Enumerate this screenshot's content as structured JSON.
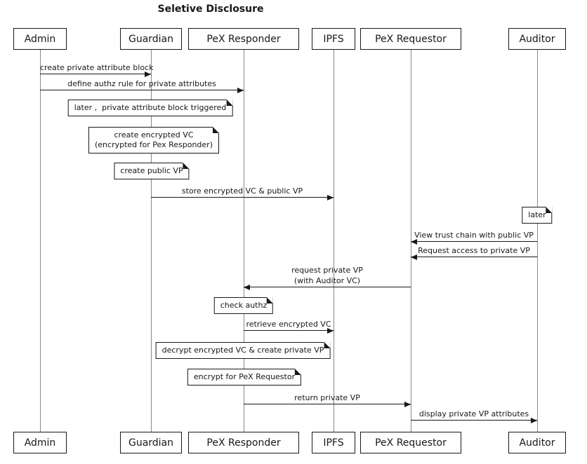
{
  "diagram": {
    "title": "Seletive Disclosure",
    "participants": [
      {
        "name": "Admin"
      },
      {
        "name": "Guardian"
      },
      {
        "name": "PeX Responder"
      },
      {
        "name": "IPFS"
      },
      {
        "name": "PeX Requestor"
      },
      {
        "name": "Auditor"
      }
    ],
    "messages": [
      {
        "from": "Admin",
        "to": "Guardian",
        "label": "create private attribute block"
      },
      {
        "from": "Admin",
        "to": "PeX Responder",
        "label": "define authz rule for private attributes"
      },
      {
        "from": "Guardian",
        "to": "IPFS",
        "label": "store encrypted VC & public VP"
      },
      {
        "from": "Auditor",
        "to": "PeX Requestor",
        "label": "View trust chain with public VP"
      },
      {
        "from": "Auditor",
        "to": "PeX Requestor",
        "label": "Request access to private VP"
      },
      {
        "from": "PeX Requestor",
        "to": "PeX Responder",
        "label": "request private VP",
        "label_line2": "(with Auditor VC)"
      },
      {
        "from": "PeX Responder",
        "to": "IPFS",
        "label": "retrieve encrypted VC"
      },
      {
        "from": "PeX Responder",
        "to": "PeX Requestor",
        "label": "return private VP"
      },
      {
        "from": "PeX Requestor",
        "to": "Auditor",
        "label": "display private VP attributes"
      }
    ],
    "notes": [
      {
        "text": "later ,  private attribute block triggered"
      },
      {
        "line1": "create encrypted VC",
        "line2": "(encrypted for Pex Responder)"
      },
      {
        "text": "create public VP"
      },
      {
        "text": "later"
      },
      {
        "text": "check authz"
      },
      {
        "text": "decrypt encrypted VC & create private VP"
      },
      {
        "text": "encrypt for PeX Requestor"
      }
    ]
  }
}
